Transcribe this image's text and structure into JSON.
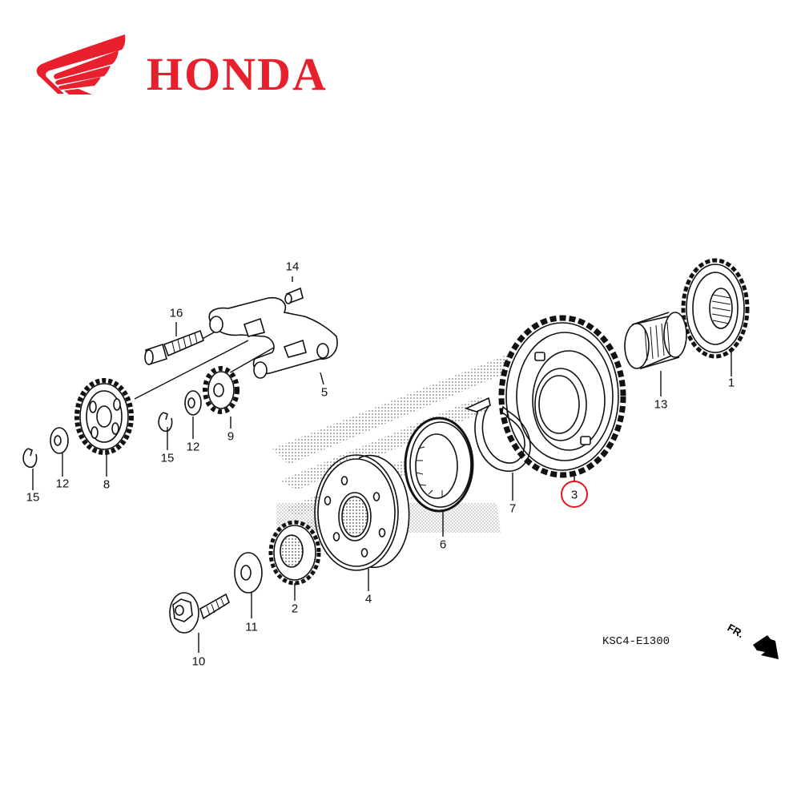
{
  "brand": {
    "name": "HONDA",
    "color": "#e8202e"
  },
  "diagram": {
    "code": "KSC4-E1300",
    "direction_label": "FR.",
    "highlight_color": "#e4161f",
    "highlighted_part": "3",
    "callouts": [
      {
        "id": "1",
        "part": "primary-drive-gear"
      },
      {
        "id": "2",
        "part": "small-spline-gear"
      },
      {
        "id": "3",
        "part": "large-starter-driven-gear"
      },
      {
        "id": "4",
        "part": "starter-clutch-outer"
      },
      {
        "id": "5",
        "part": "idler-arm"
      },
      {
        "id": "6",
        "part": "one-way-clutch"
      },
      {
        "id": "7",
        "part": "retainer-plate"
      },
      {
        "id": "8",
        "part": "idle-gear"
      },
      {
        "id": "9",
        "part": "small-idle-gear"
      },
      {
        "id": "10",
        "part": "flange-bolt"
      },
      {
        "id": "11",
        "part": "washer"
      },
      {
        "id": "12",
        "part": "thrust-washer"
      },
      {
        "id": "13",
        "part": "needle-bearing"
      },
      {
        "id": "14",
        "part": "dowel-pin"
      },
      {
        "id": "15",
        "part": "snap-ring"
      },
      {
        "id": "16",
        "part": "socket-bolt"
      }
    ],
    "labels": {
      "c1": "1",
      "c2": "2",
      "c3": "3",
      "c4": "4",
      "c5": "5",
      "c6": "6",
      "c7": "7",
      "c8": "8",
      "c9": "9",
      "c10": "10",
      "c11": "11",
      "c12a": "12",
      "c12b": "12",
      "c13": "13",
      "c14": "14",
      "c15a": "15",
      "c15b": "15",
      "c16": "16"
    }
  }
}
